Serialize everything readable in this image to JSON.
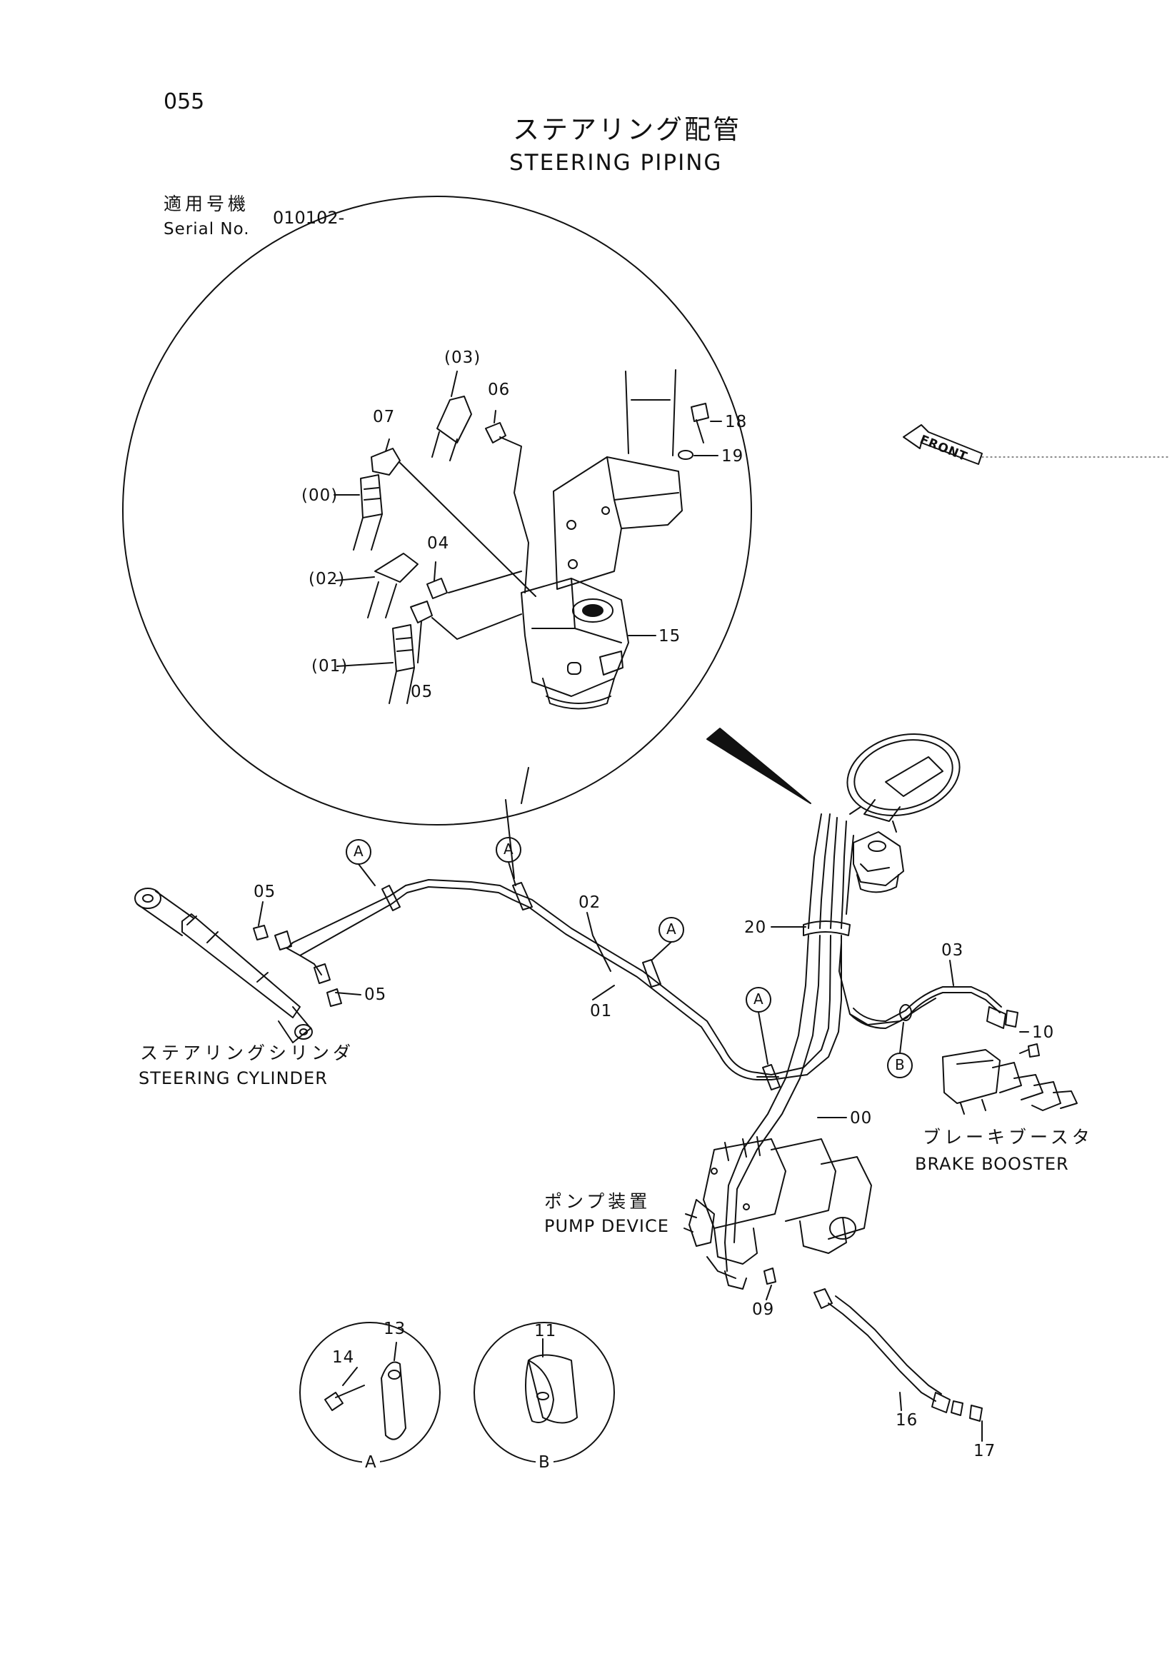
{
  "header": {
    "page_number": "055",
    "title_jp": "ステアリング配管",
    "title_en": "STEERING PIPING",
    "serial_label_jp": "適用号機",
    "serial_label_en": "Serial No.",
    "serial_value": "010102-"
  },
  "front_marker": "FRONT",
  "detail_callouts": {
    "p03": "(03)",
    "p06": "06",
    "p07": "07",
    "p18": "18",
    "p19": "19",
    "p00": "(00)",
    "p04": "04",
    "p02": "(02)",
    "p01": "(01)",
    "p05": "05",
    "p15": "15"
  },
  "main_callouts": {
    "p05a": "05",
    "p05b": "05",
    "p02": "02",
    "p01": "01",
    "p20": "20",
    "p03": "03",
    "p10": "10",
    "p00": "00",
    "p09": "09",
    "p16": "16",
    "p17": "17"
  },
  "clamp_markers": {
    "a": "A",
    "b": "B"
  },
  "components": {
    "steering_cylinder_jp": "ステアリングシリンダ",
    "steering_cylinder_en": "STEERING CYLINDER",
    "brake_booster_jp": "ブレーキブースタ",
    "brake_booster_en": "BRAKE BOOSTER",
    "pump_device_jp": "ポンプ装置",
    "pump_device_en": "PUMP DEVICE"
  },
  "detail_a": {
    "letter": "A",
    "p13": "13",
    "p14": "14"
  },
  "detail_b": {
    "letter": "B",
    "p11": "11"
  }
}
